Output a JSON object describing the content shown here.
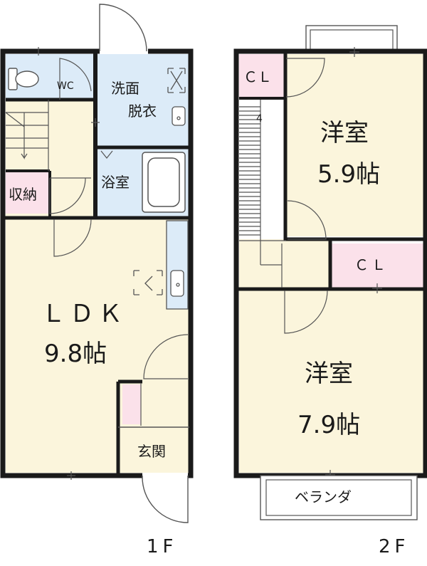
{
  "floor1": {
    "label": "1F",
    "rooms": {
      "wc": "WC",
      "washroom_line1": "洗面",
      "washroom_line2": "脱衣",
      "storage": "収納",
      "bath": "浴室",
      "ldk_name": "ＬＤＫ",
      "ldk_size": "9.8帖",
      "entrance": "玄関"
    }
  },
  "floor2": {
    "label": "2F",
    "rooms": {
      "closet_a": "ＣＬ",
      "closet_b": "ＣＬ",
      "bedroom_a_name": "洋室",
      "bedroom_a_size": "5.9帖",
      "bedroom_b_name": "洋室",
      "bedroom_b_size": "7.9帖",
      "balcony": "ベランダ"
    },
    "stair_number": "4"
  },
  "colors": {
    "wall": "#1a1a1a",
    "room_cream": "#fbf5dc",
    "wet_blue": "#dcebf8",
    "closet_pink": "#fbe1ea",
    "line": "#555555"
  }
}
